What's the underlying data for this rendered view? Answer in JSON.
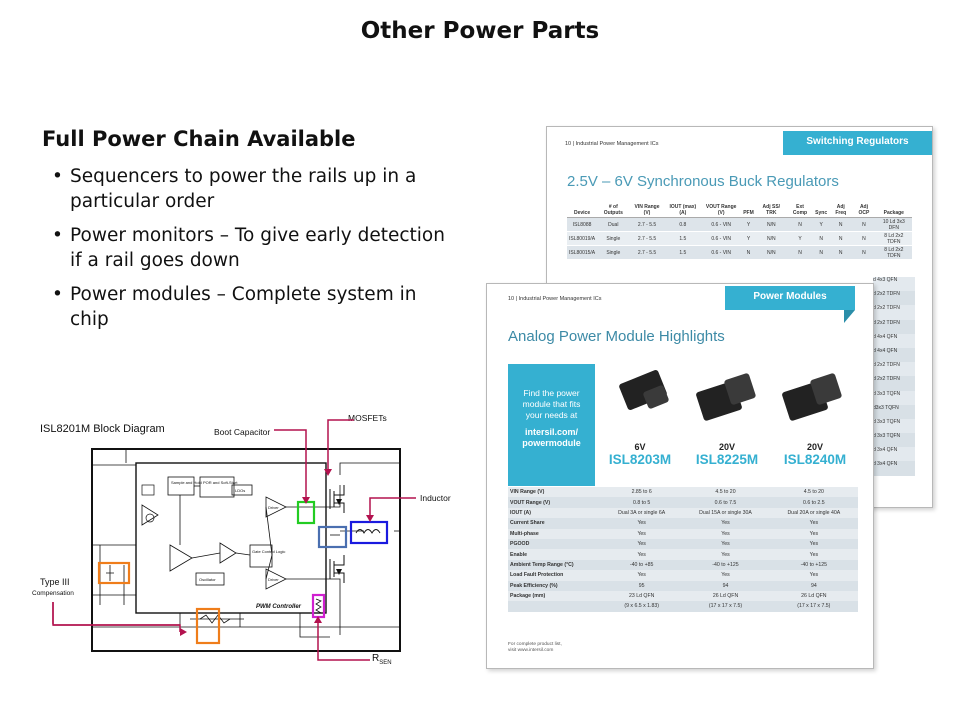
{
  "slide": {
    "title": "Other Power Parts",
    "section_title": "Full Power Chain Available",
    "bullets": [
      "Sequencers to power the rails up in a particular order",
      "Power monitors – To give early detection if a rail goes down",
      "Power modules – Complete system in chip"
    ]
  },
  "diagram": {
    "title": "ISL8201M Block Diagram",
    "labels": {
      "mosfets": "MOSFETs",
      "boot_capacitor": "Boot Capacitor",
      "inductor": "Inductor",
      "type3": "Type III",
      "compensation": "Compensation",
      "rsen_main": "R",
      "rsen_sub": "SEN",
      "pwm_controller": "PWM Controller"
    },
    "inner_blocks": [
      "Sample and Hold",
      "POR and Soft-Start",
      "LDOs",
      "Driver",
      "Gate Control Logic",
      "Oscillator",
      "Driver"
    ],
    "highlight_colors": {
      "boot": "#22cc22",
      "mosfet": "#4a6fb0",
      "inductor": "#1a1adf",
      "comp": "#ef7d1a",
      "rsen": "#d020d0",
      "arrow": "#b3124e"
    }
  },
  "doc_back": {
    "header": "10 | Industrial Power Management ICs",
    "tab": "Switching Regulators",
    "title": "2.5V – 6V Synchronous Buck Regulators",
    "columns": [
      "Device",
      "# of Outputs",
      "VIN Range (V)",
      "IOUT (max) (A)",
      "VOUT Range (V)",
      "PFM",
      "Adj SS/ TRK",
      "Ext Comp",
      "Sync",
      "Adj Freq",
      "Adj OCP",
      "Package"
    ],
    "rows": [
      [
        "ISL8088",
        "Dual",
        "2.7 - 5.5",
        "0.8",
        "0.6 - VIN",
        "Y",
        "N/N",
        "N",
        "Y",
        "N",
        "N",
        "10 Ld 3x3 DFN"
      ],
      [
        "ISL80019/A",
        "Single",
        "2.7 - 5.5",
        "1.5",
        "0.6 - VIN",
        "Y",
        "N/N",
        "Y",
        "N",
        "N",
        "N",
        "8 Ld 2x2 TDFN"
      ],
      [
        "ISL80015/A",
        "Single",
        "2.7 - 5.5",
        "1.5",
        "0.6 - VIN",
        "N",
        "N/N",
        "N",
        "N",
        "N",
        "N",
        "8 Ld 2x2 TDFN"
      ]
    ],
    "right_column": [
      "d 4x3 QFN",
      "d 2x2 TDFN",
      "d 2x2 TDFN",
      "d 2x2 TDFN",
      "d 4x4 QFN",
      "d 4x4 QFN",
      "d 2x2 TDFN",
      "d 2x2 TDFN",
      "d 3x3 TQFN",
      "d3x3 TQFN",
      "d 3x3 TQFN",
      "d 3x3 TQFN",
      "d 3x4 QFN",
      "d 3x4 QFN"
    ]
  },
  "doc_front": {
    "header": "10 | Industrial Power Management ICs",
    "tab": "Power Modules",
    "title": "Analog Power Module Highlights",
    "promo": {
      "text": "Find the power module that fits your needs at",
      "link1": "intersil.com/",
      "link2": "powermodule"
    },
    "products": [
      {
        "volt": "6V",
        "pn": "ISL8203M"
      },
      {
        "volt": "20V",
        "pn": "ISL8225M"
      },
      {
        "volt": "20V",
        "pn": "ISL8240M"
      }
    ],
    "rows": [
      {
        "label": "VIN Range (V)",
        "values": [
          "2.85 to 6",
          "4.5 to 20",
          "4.5 to 20"
        ]
      },
      {
        "label": "VOUT Range (V)",
        "values": [
          "0.8 to 5",
          "0.6 to 7.5",
          "0.6 to 2.5"
        ]
      },
      {
        "label": "IOUT (A)",
        "values": [
          "Dual 3A or single 6A",
          "Dual 15A or single 30A",
          "Dual 20A or single 40A"
        ]
      },
      {
        "label": "Current Share",
        "values": [
          "Yes",
          "Yes",
          "Yes"
        ]
      },
      {
        "label": "Multi-phase",
        "values": [
          "Yes",
          "Yes",
          "Yes"
        ]
      },
      {
        "label": "PGOOD",
        "values": [
          "Yes",
          "Yes",
          "Yes"
        ]
      },
      {
        "label": "Enable",
        "values": [
          "Yes",
          "Yes",
          "Yes"
        ]
      },
      {
        "label": "Ambient Temp Range (°C)",
        "values": [
          "-40 to +85",
          "-40 to +125",
          "-40 to +125"
        ]
      },
      {
        "label": "Load Fault Protection",
        "values": [
          "Yes",
          "Yes",
          "Yes"
        ]
      },
      {
        "label": "Peak Efficiency (%)",
        "values": [
          "95",
          "94",
          "94"
        ]
      },
      {
        "label": "Package (mm)",
        "values": [
          "23 Ld QFN",
          "26 Ld QFN",
          "26 Ld QFN"
        ]
      },
      {
        "label": "",
        "values": [
          "(9 x 6.5 x 1.83)",
          "(17 x 17 x 7.5)",
          "(17 x 17 x 7.5)"
        ]
      }
    ],
    "footer": [
      "For complete product list,",
      "visit www.intersil.com"
    ]
  }
}
